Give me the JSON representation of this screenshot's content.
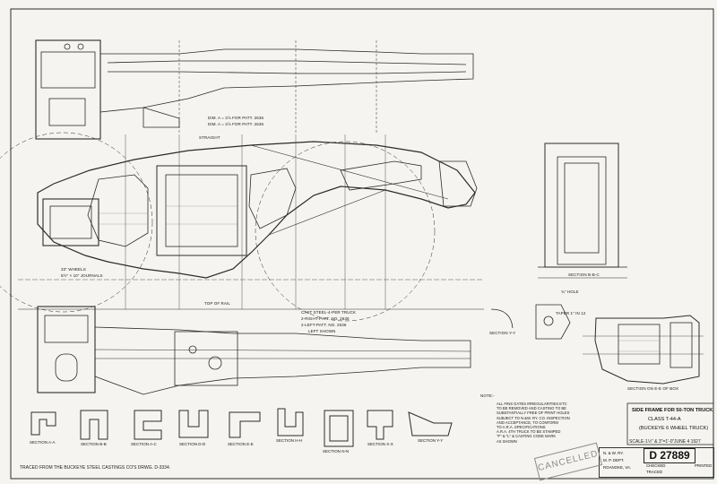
{
  "title_block": {
    "line1": "SIDE FRAME FOR 50-TON TRUCK",
    "line2": "CLASS T-44-A",
    "line3": "(BUCKEYE 6 WHEEL TRUCK)"
  },
  "scale": "SCALE-1½\" & 3\"=1'-0\"",
  "date": "JUNE 4 1927",
  "drawing_number": "D 27889",
  "railroad": {
    "line1": "N. & W. RY.",
    "line2": "M. P. DEPT.",
    "line3": "ROANOKE, VA."
  },
  "stamp_text": "CANCELLED",
  "traced_note": "TRACED FROM THE BUCKEYE STEEL CASTINGS CO'S DRWG. D-3334.",
  "casting_note": {
    "line1": "CAST STEEL-4-PER TRUCK",
    "line2": "2-RIGHT-PATT. NO. 2636",
    "line3": "2-LEFT-PATT. NO. 2636",
    "line4": "LEFT SHOWN"
  },
  "dims_note": {
    "line1": "DIM. A = 3⅞ FOR PATT. 2636",
    "line2": "DIM. A = 3⅞ FOR PATT. 2636"
  },
  "wheel_note": {
    "line1": "33\" WHEELS",
    "line2": "5½\" × 10\" JOURNALS"
  },
  "labels": {
    "straight": "STRAIGHT",
    "top_of_rail": "TOP OF RAIL",
    "sec_y_y": "SECTION Y-Y",
    "sec_b_b_c": "SECTION B-B-C",
    "hole": "¾\" HOLE",
    "taper": "TAPER 1\" IN 12",
    "sec_e_e": "SECTION ON E-E OF BOX",
    "note": "NOTE:-"
  },
  "spec_note": [
    "ALL FINS GATES IRREGULARITIES ETC",
    "TO BE REMOVED AND CASTING TO BE",
    "SUBSTANTIALLY FREE OF PRINT HOLES",
    "SUBJECT TO N.&W. RY. CO. INSPECTION",
    "AND ACCEPTANCE, TO CONFORM",
    "TO A.R.A. SPECIFICATIONS",
    "A.R.A. 4TH TRUCK TO BE STAMPED",
    "\"F\" & \"L\" & CASTING CODE MARK",
    "AS SHOWN"
  ],
  "section_labels": [
    "SECTION A-A",
    "SECTION B-B",
    "SECTION A-C",
    "SECTION D-D",
    "SECTION E-E",
    "SECTION H-H",
    "SECTION N-N",
    "SECTION X-X",
    "SECTION Y-Y"
  ],
  "info": {
    "printed": "PRINTED",
    "checked": "CHECKED",
    "traced": "TRACED"
  }
}
